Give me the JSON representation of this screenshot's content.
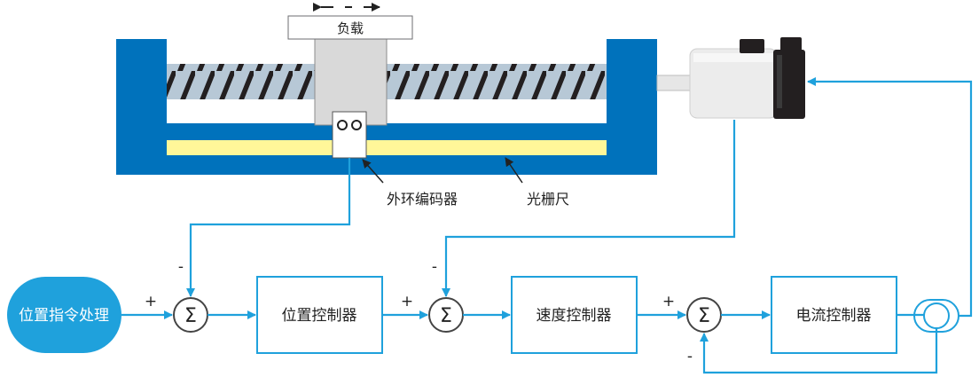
{
  "colors": {
    "frame_blue": "#0072bc",
    "line_blue": "#1fa1dc",
    "screw_bg": "#b7c8d6",
    "scale_yellow": "#fff799",
    "carriage_gray": "#d9d9d9",
    "motor_dark": "#231f20"
  },
  "mechanism": {
    "load_label": "负载",
    "encoder_label": "外环编码器",
    "scale_label": "光栅尺"
  },
  "blocks": {
    "command": "位置指令处理",
    "position_controller": "位置控制器",
    "speed_controller": "速度控制器",
    "current_controller": "电流控制器"
  },
  "summing_symbol": "Σ",
  "signs": {
    "plus": "+",
    "minus": "-"
  }
}
